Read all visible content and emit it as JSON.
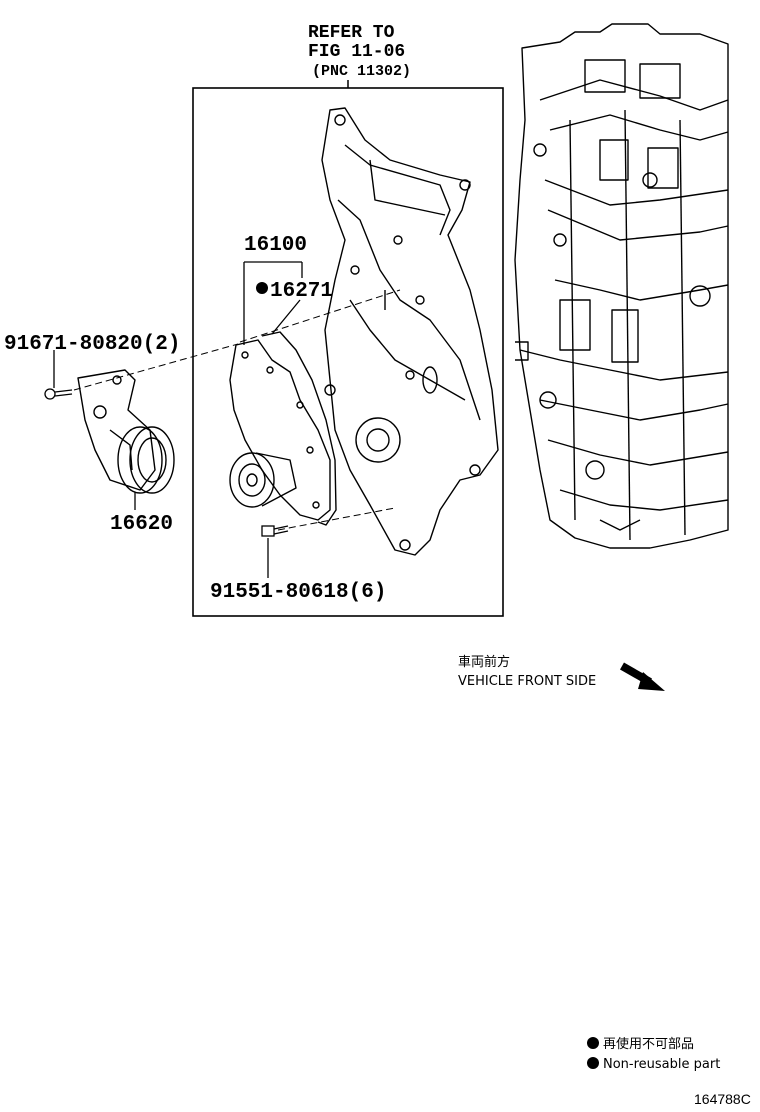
{
  "reference": {
    "line1": "REFER TO",
    "line2": "FIG 11-06",
    "line3": "(PNC 11302)"
  },
  "parts": {
    "water_pump_assy": "16100",
    "gasket": "16271",
    "tensioner_bolt": "91671-80820(2)",
    "tensioner_assy": "16620",
    "pump_bolt": "91551-80618(6)"
  },
  "direction": {
    "japanese": "車両前方",
    "english": "VEHICLE FRONT SIDE"
  },
  "legend": {
    "japanese": "再使用不可部品",
    "english": "Non-reusable part"
  },
  "illustration_id": "164788C"
}
